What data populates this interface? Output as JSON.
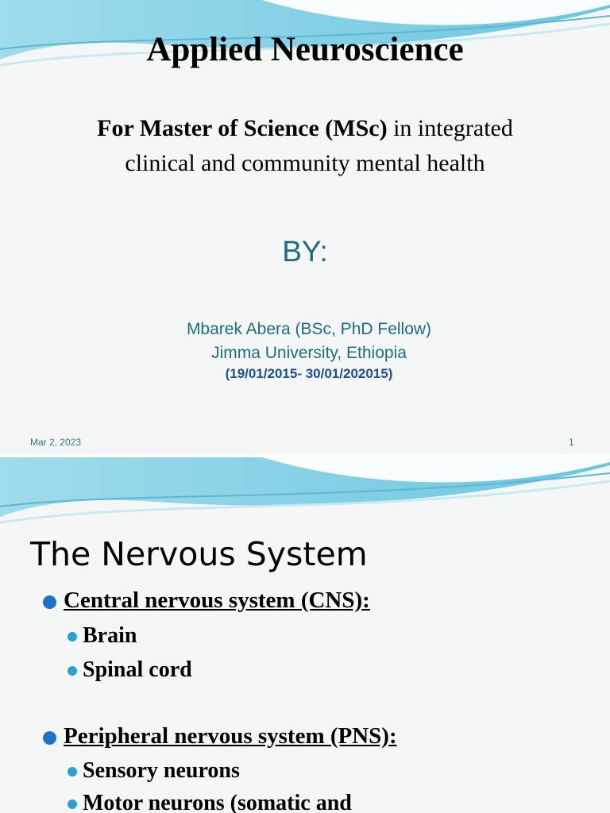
{
  "slide1": {
    "title": "Applied Neuroscience",
    "subtitle_bold": "For Master of Science (MSc)",
    "subtitle_rest_line1": " in integrated",
    "subtitle_line2": "clinical and community mental health",
    "by_label": "BY:",
    "author": "Mbarek  Abera (BSc, PhD Fellow)",
    "institution": "Jimma University, Ethiopia",
    "dates": "(19/01/2015- 30/01/202015)",
    "footer_date": "Mar 2, 2023",
    "page_number": "1"
  },
  "slide2": {
    "title": "The Nervous System",
    "sections": [
      {
        "heading": "Central nervous system (CNS):",
        "items": [
          "Brain",
          "Spinal cord"
        ]
      },
      {
        "heading": "Peripheral nervous system (PNS):",
        "items": [
          "Sensory neurons",
          "Motor neurons (somatic and"
        ]
      }
    ]
  },
  "colors": {
    "accent_teal": "#1b6c85",
    "bullet_blue": "#1e73c9",
    "bullet_light": "#2a9fd6"
  }
}
